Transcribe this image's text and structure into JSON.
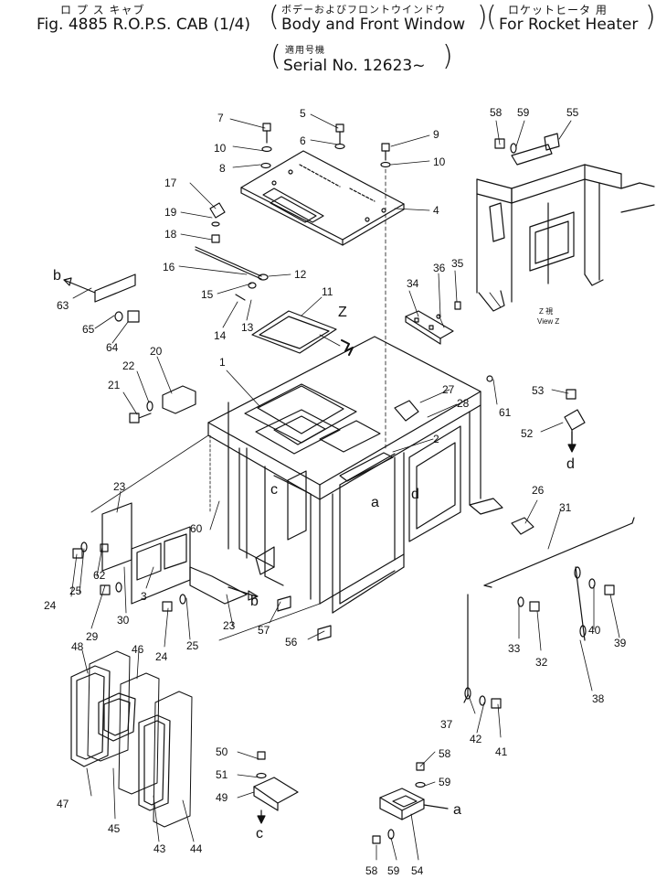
{
  "header": {
    "jp_cab": "ロ プ ス キャブ",
    "fig_title": "Fig. 4885 R.O.P.S. CAB (1/4)",
    "jp_body": "ボデーおよびフロントウインドウ",
    "body_title": "Body and Front Window",
    "jp_heater": "ロケットヒータ 用",
    "heater_title": "For Rocket Heater",
    "jp_serial": "適用号機",
    "serial_title": "Serial No. 12623~"
  },
  "diagram": {
    "view_label_jp": "Z 視",
    "view_label": "View Z",
    "view_letter": "Z",
    "part_numbers": [
      "1",
      "2",
      "3",
      "4",
      "5",
      "6",
      "7",
      "8",
      "9",
      "10",
      "11",
      "12",
      "13",
      "14",
      "15",
      "16",
      "17",
      "18",
      "19",
      "20",
      "21",
      "22",
      "23",
      "24",
      "25",
      "26",
      "27",
      "28",
      "29",
      "30",
      "31",
      "32",
      "33",
      "34",
      "35",
      "36",
      "37",
      "38",
      "39",
      "40",
      "41",
      "42",
      "43",
      "44",
      "45",
      "46",
      "47",
      "48",
      "49",
      "50",
      "51",
      "52",
      "53",
      "54",
      "55",
      "56",
      "57",
      "58",
      "59",
      "60",
      "61",
      "62",
      "63",
      "64",
      "65"
    ],
    "reference_letters": [
      "a",
      "b",
      "c",
      "d"
    ]
  }
}
